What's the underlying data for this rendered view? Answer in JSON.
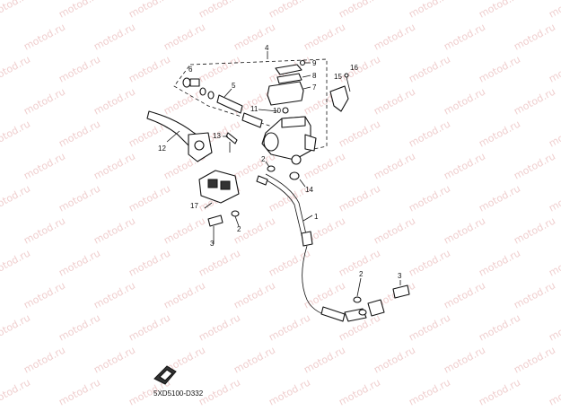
{
  "watermark": {
    "text": "motod.ru",
    "color": "#e3a6a6"
  },
  "diagram_code": "5XD5100-D332",
  "callouts": [
    "1",
    "2",
    "2",
    "2",
    "3",
    "3",
    "4",
    "5",
    "6",
    "7",
    "8",
    "9",
    "10",
    "11",
    "12",
    "13",
    "14",
    "15",
    "16",
    "17"
  ],
  "icon": "front-arrow-icon"
}
